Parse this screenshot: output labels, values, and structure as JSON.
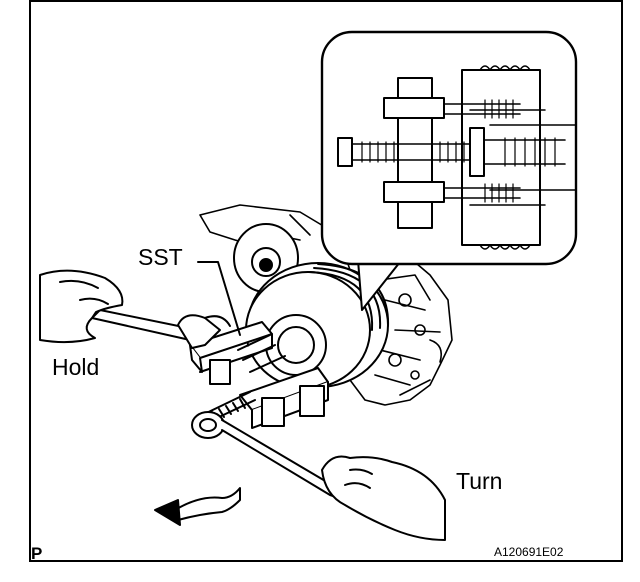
{
  "labels": {
    "sst": "SST",
    "hold": "Hold",
    "turn": "Turn",
    "corner_mark": "P",
    "figure_code": "A120691E02"
  },
  "colors": {
    "line": "#000000",
    "background": "#ffffff"
  },
  "icons": {
    "rotation_arrow": "curved-arrow-left-icon",
    "hand_left": "hand-holding-wrench",
    "hand_right": "hand-turning-wrench"
  }
}
